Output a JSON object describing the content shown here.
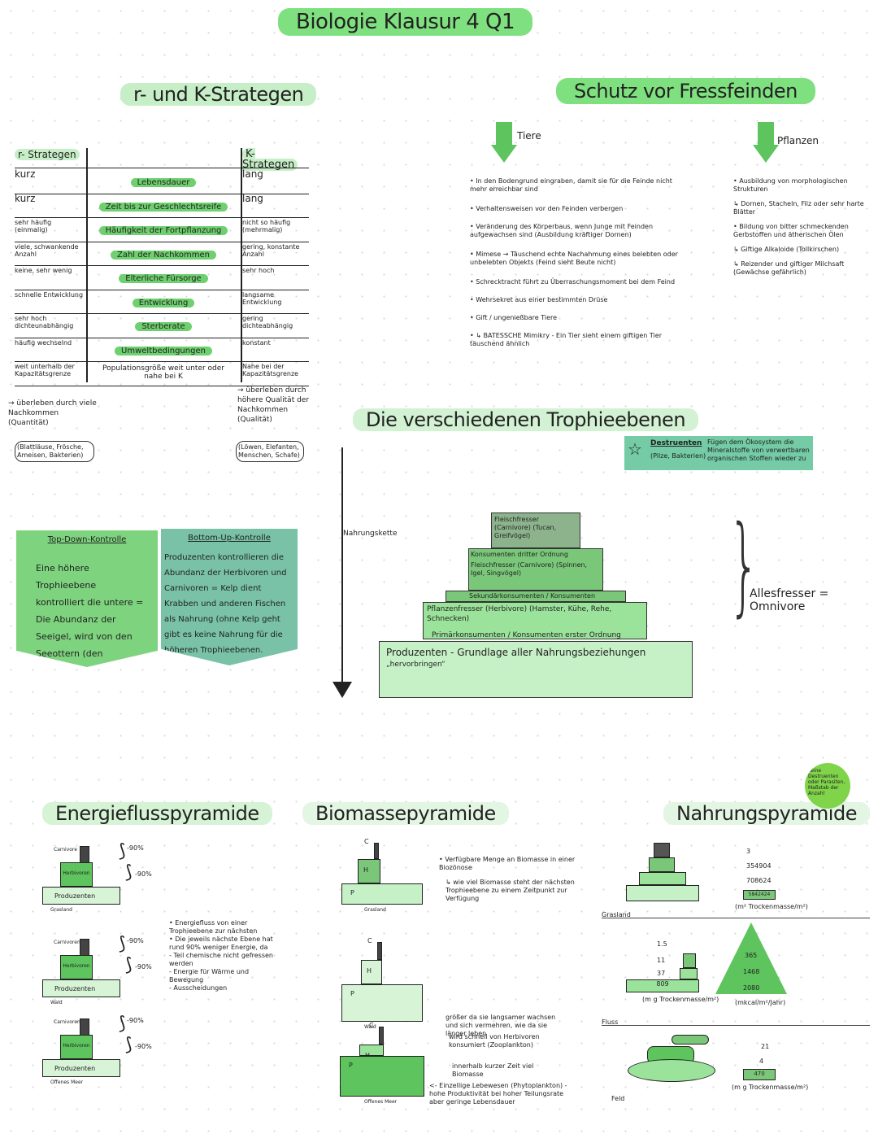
{
  "title": "Biologie Klausur 4 Q1",
  "rk": {
    "heading": "r- und K-Strategen",
    "r_label": "r- Strategen",
    "k_label": "K-Strategen",
    "rows": [
      {
        "r": "kurz",
        "mid": "Lebensdauer",
        "k": "lang"
      },
      {
        "r": "kurz",
        "mid": "Zeit bis zur Geschlechtsreife",
        "k": "lang"
      },
      {
        "r": "sehr häufig (einmalig)",
        "mid": "Häufigkeit der Fortpflanzung",
        "k": "nicht so häufig (mehrmalig)"
      },
      {
        "r": "viele, schwankende Anzahl",
        "mid": "Zahl der Nachkommen",
        "k": "gering, konstante Anzahl"
      },
      {
        "r": "keine, sehr wenig",
        "mid": "Elterliche Fürsorge",
        "k": "sehr hoch"
      },
      {
        "r": "schnelle Entwicklung",
        "mid": "Entwicklung",
        "k": "langsame Entwicklung"
      },
      {
        "r": "sehr hoch dichteunabhängig",
        "mid": "Sterberate",
        "k": "gering dichteabhängig"
      },
      {
        "r": "häufig wechselnd",
        "mid": "Umweltbedingungen",
        "k": "konstant"
      },
      {
        "r": "weit unterhalb der Kapazitätsgrenze",
        "mid": "Populationsgröße weit unter oder nahe bei K",
        "k": "Nahe bei der Kapazitätsgrenze"
      }
    ],
    "r_note": "→ überleben durch viele Nachkommen (Quantität)",
    "k_note": "→ überleben durch höhere Qualität der Nachkommen (Qualität)",
    "r_examples": "(Blattläuse, Frösche, Ameisen, Bakterien)",
    "k_examples": "(Löwen, Elefanten, Menschen, Schafe)"
  },
  "schutz": {
    "heading": "Schutz vor Fressfeinden",
    "tiere_label": "Tiere",
    "pflanzen_label": "Pflanzen",
    "tiere": [
      "• In den Bodengrund eingraben, damit sie für die Feinde nicht mehr erreichbar sind",
      "• Verhaltensweisen vor den Feinden verbergen",
      "• Veränderung des Körperbaus, wenn Junge mit Feinden aufgewachsen sind (Ausbildung kräftiger Dornen)",
      "• Mimese → Täuschend echte Nachahmung eines belebten oder unbelebten Objekts (Feind sieht Beute nicht)",
      "• Schrecktracht führt zu Überraschungsmoment bei dem Feind",
      "• Wehrsekret aus einer bestimmten Drüse",
      "• Gift / ungenießbare Tiere",
      "• ↳ BATESSCHE Mimikry - Ein Tier sieht einem giftigen Tier täuschend ähnlich"
    ],
    "pflanzen": [
      "• Ausbildung von morphologischen Strukturen",
      "↳ Dornen, Stacheln, Filz oder sehr harte Blätter",
      "• Bildung von bitter schmeckenden Gerbstoffen und ätherischen Ölen",
      "↳ Giftige Alkaloide (Tollkirschen)",
      "↳ Reizender und giftiger Milchsaft (Gewächse gefährlich)"
    ]
  },
  "troph": {
    "heading": "Die verschiedenen Trophieebenen",
    "destruenten_title": "Destruenten",
    "destruenten_text": "Fügen dem Ökosystem die Mineralstoffe von verwertbaren organischen Stoffen wieder zu",
    "destruenten_ex": "(Pilze, Bakterien)",
    "kette_label": "Nahrungskette",
    "levels": [
      "Fleischfresser (Carnivore) (Tucan, Greifvögel)",
      "Konsumenten dritter Ordnung",
      "Fleischfresser (Carnivore) (Spinnen, Igel, Singvögel)",
      "Sekundärkonsumenten / Konsumenten zweiter Ordnung",
      "Pflanzenfresser (Herbivore) (Hamster, Kühe, Rehe, Schnecken)",
      "Primärkonsumenten / Konsumenten erster Ordnung",
      "Produzenten - Grundlage aller Nahrungsbeziehungen",
      "„hervorbringen“"
    ],
    "omni": "Allesfresser = Omnivore"
  },
  "control": {
    "top_title": "Top-Down-Kontrolle",
    "top_text": "Eine höhere Trophieebene kontrolliert die untere = Die Abundanz der Seeigel, wird von den Seeottern (den Fressfeinden) kontrolliert.",
    "bottom_title": "Bottom-Up-Kontrolle",
    "bottom_text": "Produzenten kontrollieren die Abundanz der Herbivoren und Carnivoren = Kelp dient Krabben und anderen Fischen als Nahrung (ohne Kelp geht gibt es keine Nahrung für die höheren Trophieebenen."
  },
  "energy": {
    "heading": "Energieflusspyramide",
    "pyr1": {
      "top": "Carnivore",
      "mid": "Herbivoren",
      "base": "Produzenten",
      "place": "Grasland"
    },
    "pyr2": {
      "top": "Carnivoren",
      "mid": "Herbivoren",
      "base": "Produzenten",
      "place": "Wald"
    },
    "pyr3": {
      "top": "Carnivoren",
      "mid": "Herbivoren",
      "base": "Produzenten",
      "place": "Offenes Meer"
    },
    "loss": "-90%",
    "notes": [
      "• Energiefluss von einer Trophieebene zur nächsten",
      "• Die jeweils nächste Ebene hat rund 90% weniger Energie, da",
      "- Teil chemische nicht gefressen werden",
      "- Energie für Wärme und Bewegung",
      "- Ausscheidungen"
    ]
  },
  "biomass": {
    "heading": "Biomassepyramide",
    "labels": {
      "c": "C",
      "h": "H",
      "p": "P"
    },
    "places": [
      "Grasland",
      "Wald",
      "Offenes Meer"
    ],
    "notes": [
      "• Verfügbare Menge an Biomasse in einer Biozönose",
      "↳ wie viel Biomasse steht der nächsten Trophieebene zu einem Zeitpunkt zur Verfügung",
      "größer da sie langsamer wachsen und sich vermehren, wie da sie länger leben",
      "wird schnell von Herbivoren konsumiert (Zooplankton)",
      "innerhalb kurzer Zeit viel Biomasse",
      "<- Einzellige Lebewesen (Phytoplankton) - hohe Produktivität bei hoher Teilungsrate aber geringe Lebensdauer"
    ]
  },
  "nahrung": {
    "heading": "Nahrungspyramide",
    "badge": "keine Destruenten oder Parasiten, Maßstab der Anzahl",
    "grasland": "Grasland",
    "fluss": "Fluss",
    "feld": "Feld",
    "values1": [
      "3",
      "354904",
      "708624",
      "5842424"
    ],
    "unit1": "(m² Trockenmasse/m²)",
    "vals_left": [
      "1.5",
      "11",
      "37",
      "809"
    ],
    "unit_left": "(m g Trockenmasse/m²)",
    "tri_vals": [
      "365",
      "1468",
      "2080"
    ],
    "unit_tri": "(mkcal/m²/Jahr)",
    "vals_right": [
      "21",
      "4",
      "470"
    ],
    "unit_right": "(m g Trockenmasse/m²)"
  }
}
